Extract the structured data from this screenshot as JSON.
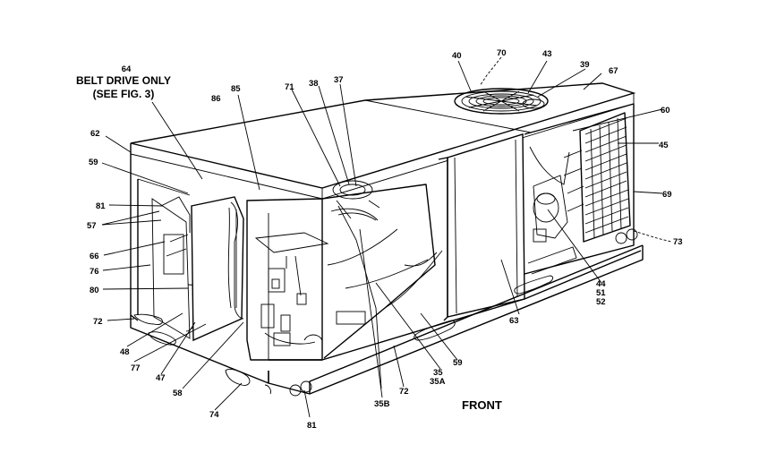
{
  "diagram": {
    "note_callout": "64",
    "note_line1": "BELT DRIVE ONLY",
    "note_line2": "(SEE FIG. 3)",
    "front_label": "FRONT",
    "callouts": {
      "c40": "40",
      "c70": "70",
      "c43": "43",
      "c39": "39",
      "c67a": "67",
      "c86": "86",
      "c85": "85",
      "c71": "71",
      "c38": "38",
      "c37": "37",
      "c60": "60",
      "c45": "45",
      "c62": "62",
      "c59a": "59",
      "c69": "69",
      "c81a": "81",
      "c57": "57",
      "c73": "73",
      "c66": "66",
      "c76": "76",
      "c80": "80",
      "c44": "44",
      "c51": "51",
      "c52": "52",
      "c63": "63",
      "c72a": "72",
      "c48": "48",
      "c59b": "59",
      "c35": "35",
      "c35a": "35A",
      "c77": "77",
      "c47": "47",
      "c58": "58",
      "c72b": "72",
      "c74": "74",
      "c35b": "35B",
      "c81b": "81"
    }
  }
}
